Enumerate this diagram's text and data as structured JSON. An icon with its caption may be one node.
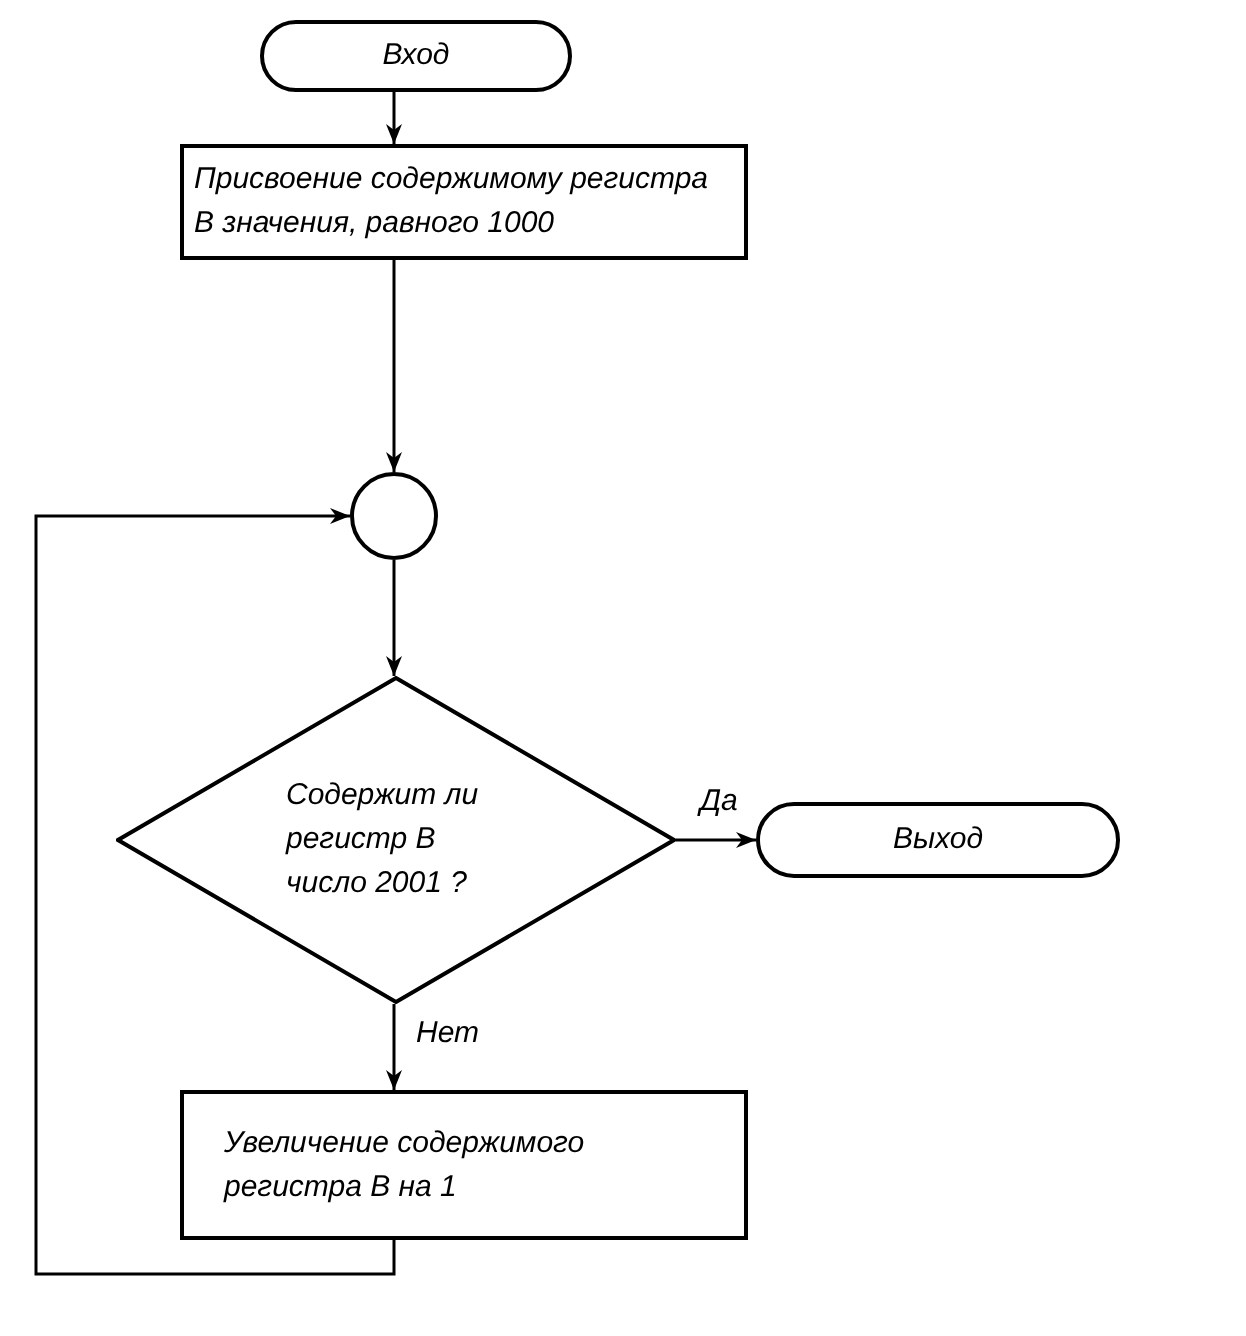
{
  "diagram": {
    "nodes": [
      {
        "text": [
          "Вход"
        ]
      },
      {
        "text": [
          "Присвоение содержимому регистра B значения, равного 1000"
        ]
      },
      {
        "text": [],
        "shape": "circle"
      },
      {
        "text": [
          "Содержит ли регистр B число 2001 ?"
        ]
      },
      {
        "text": [
          "Выход"
        ]
      },
      {
        "text": [
          "Увеличение содержимого регистра B на 1"
        ]
      }
    ],
    "edges": [
      {
        "from": 0,
        "to": 1,
        "arrow": "to"
      },
      {
        "from": 1,
        "to": 2,
        "arrow": "to"
      },
      {
        "from": 2,
        "to": 3,
        "arrow": "to"
      },
      {
        "from": 3,
        "to": 4,
        "label": "Да",
        "arrow": "to"
      },
      {
        "from": 3,
        "to": 5,
        "label": "Нет",
        "arrow": "to"
      },
      {
        "from": 5,
        "to": 2,
        "arrow": "to"
      }
    ]
  }
}
